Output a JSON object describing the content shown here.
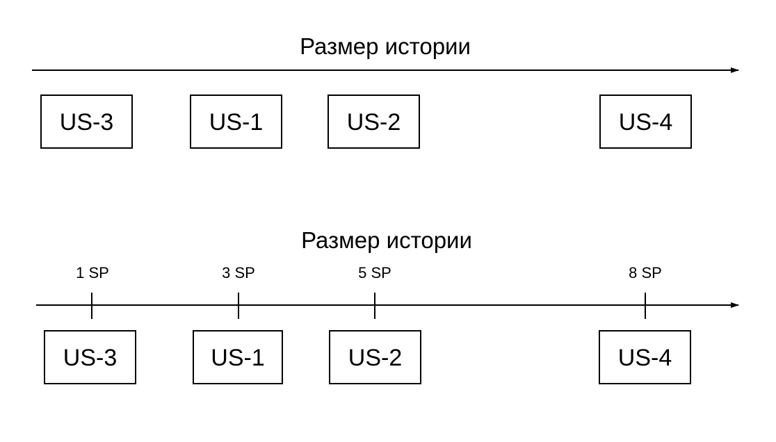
{
  "top_diagram": {
    "title": "Размер истории",
    "stories": [
      {
        "id": "US-3"
      },
      {
        "id": "US-1"
      },
      {
        "id": "US-2"
      },
      {
        "id": "US-4"
      }
    ]
  },
  "bottom_diagram": {
    "title": "Размер истории",
    "ticks": [
      {
        "label": "1 SP"
      },
      {
        "label": "3 SP"
      },
      {
        "label": "5 SP"
      },
      {
        "label": "8 SP"
      }
    ],
    "stories": [
      {
        "id": "US-3"
      },
      {
        "id": "US-1"
      },
      {
        "id": "US-2"
      },
      {
        "id": "US-4"
      }
    ]
  },
  "colors": {
    "stroke": "#000000",
    "background": "#ffffff"
  }
}
